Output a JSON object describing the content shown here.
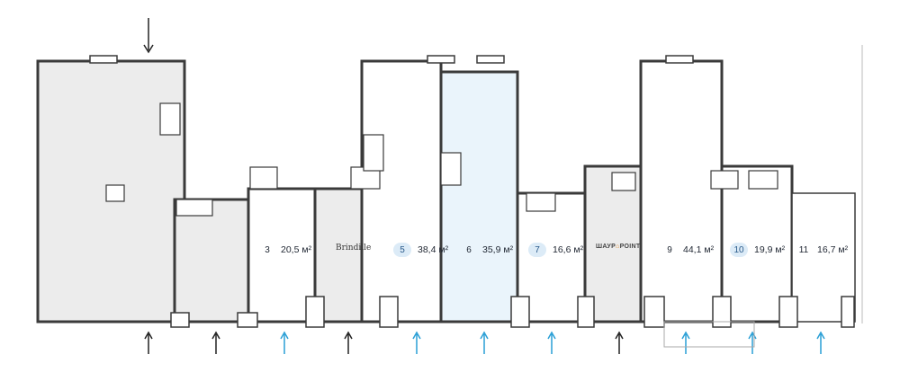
{
  "units": [
    {
      "number": "3",
      "area": "20,5 м²",
      "highlight": false
    },
    {
      "brand": "Brindille"
    },
    {
      "number": "5",
      "area": "38,4 м²",
      "highlight": true
    },
    {
      "number": "6",
      "area": "35,9 м²",
      "highlight": false,
      "selected": true
    },
    {
      "number": "7",
      "area": "16,6 м²",
      "highlight": true
    },
    {
      "brand": "ШАУР POINT"
    },
    {
      "number": "9",
      "area": "44,1 м²",
      "highlight": false
    },
    {
      "number": "10",
      "area": "19,9 м²",
      "highlight": true
    },
    {
      "number": "11",
      "area": "16,7 м²",
      "highlight": false
    }
  ],
  "brands": {
    "brindille": "Brindille",
    "shaur_left": "ШАУР",
    "shaur_right": "POINT"
  },
  "colors": {
    "occupied": "#ececec",
    "selected": "#eaf4fb",
    "wall": "#3a3a3a",
    "entrance_arrow_free": "#2a9fd6",
    "entrance_arrow_occupied": "#222222"
  }
}
